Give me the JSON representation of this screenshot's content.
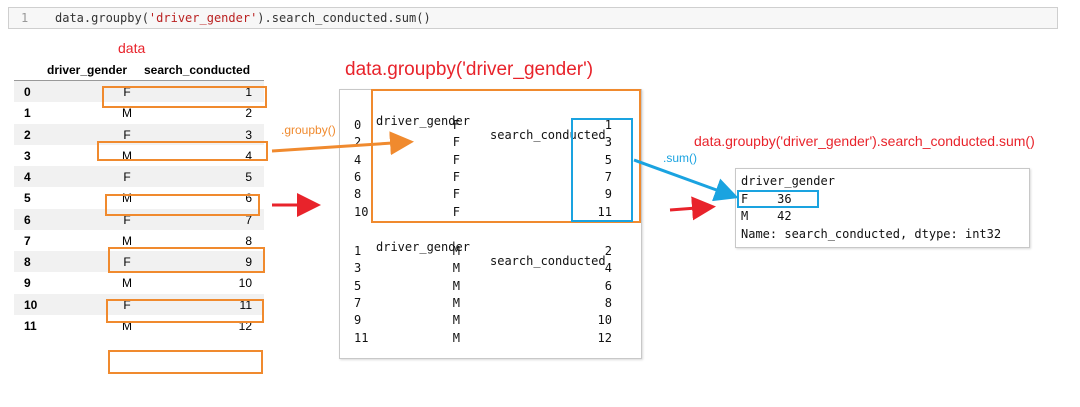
{
  "code": {
    "line_number": "1",
    "prefix": "data.groupby(",
    "string_literal": "'driver_gender'",
    "suffix": ").search_conducted.sum()"
  },
  "left_table": {
    "caption": "data",
    "columns": [
      "driver_gender",
      "search_conducted"
    ],
    "rows": [
      {
        "index": "0",
        "gender": "F",
        "value": "1"
      },
      {
        "index": "1",
        "gender": "M",
        "value": "2"
      },
      {
        "index": "2",
        "gender": "F",
        "value": "3"
      },
      {
        "index": "3",
        "gender": "M",
        "value": "4"
      },
      {
        "index": "4",
        "gender": "F",
        "value": "5"
      },
      {
        "index": "5",
        "gender": "M",
        "value": "6"
      },
      {
        "index": "6",
        "gender": "F",
        "value": "7"
      },
      {
        "index": "7",
        "gender": "M",
        "value": "8"
      },
      {
        "index": "8",
        "gender": "F",
        "value": "9"
      },
      {
        "index": "9",
        "gender": "M",
        "value": "10"
      },
      {
        "index": "10",
        "gender": "F",
        "value": "11"
      },
      {
        "index": "11",
        "gender": "M",
        "value": "12"
      }
    ]
  },
  "groupby_panel": {
    "title": "data.groupby('driver_gender')",
    "arrow_label": ".groupby()",
    "columns": [
      "driver_gender",
      "search_conducted"
    ],
    "group_f": [
      {
        "index": "0",
        "gender": "F",
        "value": "1"
      },
      {
        "index": "2",
        "gender": "F",
        "value": "3"
      },
      {
        "index": "4",
        "gender": "F",
        "value": "5"
      },
      {
        "index": "6",
        "gender": "F",
        "value": "7"
      },
      {
        "index": "8",
        "gender": "F",
        "value": "9"
      },
      {
        "index": "10",
        "gender": "F",
        "value": "11"
      }
    ],
    "group_m": [
      {
        "index": "1",
        "gender": "M",
        "value": "2"
      },
      {
        "index": "3",
        "gender": "M",
        "value": "4"
      },
      {
        "index": "5",
        "gender": "M",
        "value": "6"
      },
      {
        "index": "7",
        "gender": "M",
        "value": "8"
      },
      {
        "index": "9",
        "gender": "M",
        "value": "10"
      },
      {
        "index": "11",
        "gender": "M",
        "value": "12"
      }
    ]
  },
  "result_panel": {
    "title": "data.groupby('driver_gender').search_conducted.sum()",
    "arrow_label": ".sum()",
    "index_name": "driver_gender",
    "rows": [
      {
        "gender": "F",
        "value": "36"
      },
      {
        "gender": "M",
        "value": "42"
      }
    ],
    "footer": "Name: search_conducted, dtype: int32"
  },
  "colors": {
    "highlight_orange": "#f08a2e",
    "highlight_blue": "#1aa3e0",
    "title_red": "#e8232b"
  }
}
